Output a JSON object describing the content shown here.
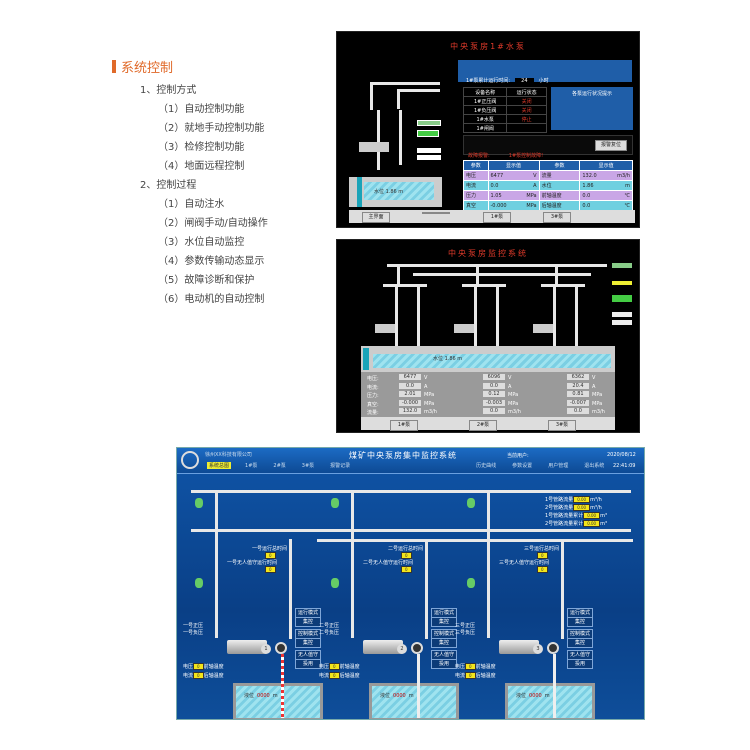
{
  "section_title": "系统控制",
  "outline": [
    {
      "level": 1,
      "text": "1、控制方式"
    },
    {
      "level": 2,
      "text": "（1）自动控制功能"
    },
    {
      "level": 2,
      "text": "（2）就地手动控制功能"
    },
    {
      "level": 2,
      "text": "（3）检修控制功能"
    },
    {
      "level": 2,
      "text": "（4）地面远程控制"
    },
    {
      "level": 1,
      "text": "2、控制过程"
    },
    {
      "level": 2,
      "text": "（1）自动注水"
    },
    {
      "level": 2,
      "text": "（2）闸阀手动/自动操作"
    },
    {
      "level": 2,
      "text": "（3）水位自动监控"
    },
    {
      "level": 2,
      "text": "（4）参数传输动态显示"
    },
    {
      "level": 2,
      "text": "（5）故障诊断和保护"
    },
    {
      "level": 2,
      "text": "（6）电动机的自动控制"
    }
  ],
  "screen1": {
    "title": "中央泵房1#水泵",
    "setting_label": "1#泵累计运行时间:",
    "setting_value": "24",
    "setting_unit": "小时",
    "status_headers": [
      "设备名称",
      "运行状态"
    ],
    "status_rows": [
      [
        "1#正压阀",
        "关闭"
      ],
      [
        "1#负压阀",
        "关闭"
      ],
      [
        "1#水泵",
        "停止"
      ],
      [
        "1#闸阀",
        ""
      ]
    ],
    "info_title": "各泵运行状况提示",
    "fault_label": "故障报警:",
    "fault_text": "1#泵控制故障!",
    "reset_button": "报警复位",
    "param_headers": [
      "参数",
      "显示值",
      "参数",
      "显示值"
    ],
    "param_rows": [
      [
        "电压",
        "6477",
        "V",
        "流量",
        "132.0",
        "m3/h"
      ],
      [
        "电流",
        "0.0",
        "A",
        "水位",
        "1.86",
        "m"
      ],
      [
        "压力",
        "1.05",
        "MPa",
        "前轴温度",
        "0.0",
        "℃"
      ],
      [
        "真空",
        "-0.000",
        "MPa",
        "后轴温度",
        "0.0",
        "℃"
      ]
    ],
    "level_text": "水位 1.86 m",
    "buttons": [
      "主界面",
      "",
      "1#泵",
      "3#泵"
    ]
  },
  "screen2": {
    "title": "中央泵房监控系统",
    "level_text": "水位 1.86 m",
    "labels": [
      "电压:",
      "电流:",
      "压力:",
      "真空:",
      "流量:"
    ],
    "units": [
      "V",
      "A",
      "MPa",
      "MPa",
      "m3/h"
    ],
    "pumps": [
      [
        "6477",
        "0.0",
        "2.01",
        "-0.000",
        "132.0"
      ],
      [
        "6096",
        "0.0",
        "0.12",
        "-0.003",
        "0.0"
      ],
      [
        "6362",
        "20.4",
        "0.81",
        "-0.007",
        "0.0"
      ]
    ],
    "buttons": [
      "1#泵",
      "2#泵",
      "3#泵"
    ]
  },
  "screen3": {
    "company": "徐州XX科技有限公司",
    "title": "煤矿中央泵房集中监控系统",
    "user_label": "当前用户:",
    "date": "2020/08/12",
    "time": "22:41:09",
    "nav": [
      "系统总图",
      "1#泵",
      "2#泵",
      "3#泵",
      "报警记录",
      "历史曲线",
      "参数设置",
      "用户管理",
      "退出系统"
    ],
    "flow": [
      [
        "1号管路流量",
        "m³/h"
      ],
      [
        "2号管路流量",
        "m³/h"
      ],
      [
        "1号管路流量累计",
        "m³"
      ],
      [
        "2号管路流量累计",
        "m³"
      ]
    ],
    "pumps": [
      {
        "run_time": "一号运行总时间",
        "unattended": "一号无人值守运行时间",
        "p1": "一号正压",
        "p2": "一号负压",
        "no": "1"
      },
      {
        "run_time": "二号运行总时间",
        "unattended": "二号无人值守运行时间",
        "p1": "二号正压",
        "p2": "二号负压",
        "no": "2"
      },
      {
        "run_time": "三号运行总时间",
        "unattended": "三号无人值守运行时间",
        "p1": "三号正压",
        "p2": "三号负压",
        "no": "3"
      }
    ],
    "modes": [
      [
        "运行模式",
        "集控"
      ],
      [
        "控制模式",
        "集控"
      ],
      [
        "无人值守",
        "投用"
      ]
    ],
    "voltage": "电压",
    "current": "电流",
    "front_temp": "前轴温度",
    "rear_temp": "后轴温度",
    "level_label": "液位",
    "level_value": "0000",
    "level_unit": "m"
  },
  "colors": {
    "accent": "#e06a2a",
    "scada_blue": "#0d4a94",
    "alarm_red": "#e03a2a"
  }
}
